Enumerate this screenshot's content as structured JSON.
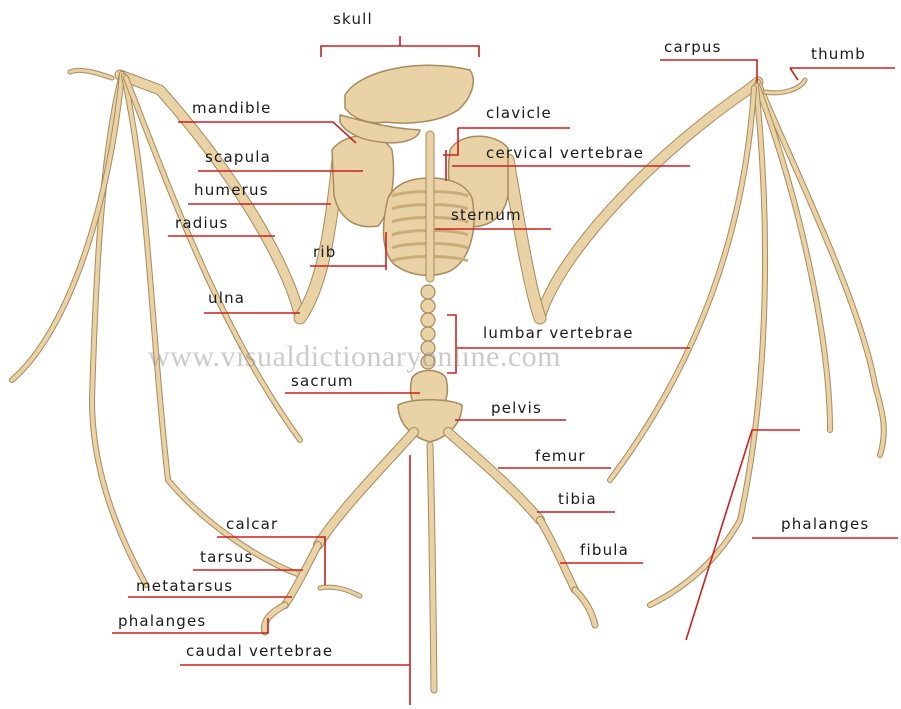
{
  "colors": {
    "bone": "#e9d3a6",
    "bone_stroke": "#a88a5c",
    "bone_shadow": "#c9ac78",
    "leader": "#cc1f1f",
    "text": "#1a1a1a"
  },
  "watermark": "www.visualdictionaryonline.com",
  "labels": {
    "skull": "skull",
    "carpus": "carpus",
    "thumb": "thumb",
    "mandible": "mandible",
    "clavicle": "clavicle",
    "scapula": "scapula",
    "cervical_vertebrae": "cervical vertebrae",
    "humerus": "humerus",
    "radius": "radius",
    "sternum": "sternum",
    "rib": "rib",
    "ulna": "ulna",
    "lumbar_vertebrae": "lumbar vertebrae",
    "sacrum": "sacrum",
    "pelvis": "pelvis",
    "femur": "femur",
    "tibia": "tibia",
    "calcar": "calcar",
    "phalanges_wing": "phalanges",
    "tarsus": "tarsus",
    "fibula": "fibula",
    "metatarsus": "metatarsus",
    "phalanges_foot": "phalanges",
    "caudal_vertebrae": "caudal vertebrae"
  }
}
